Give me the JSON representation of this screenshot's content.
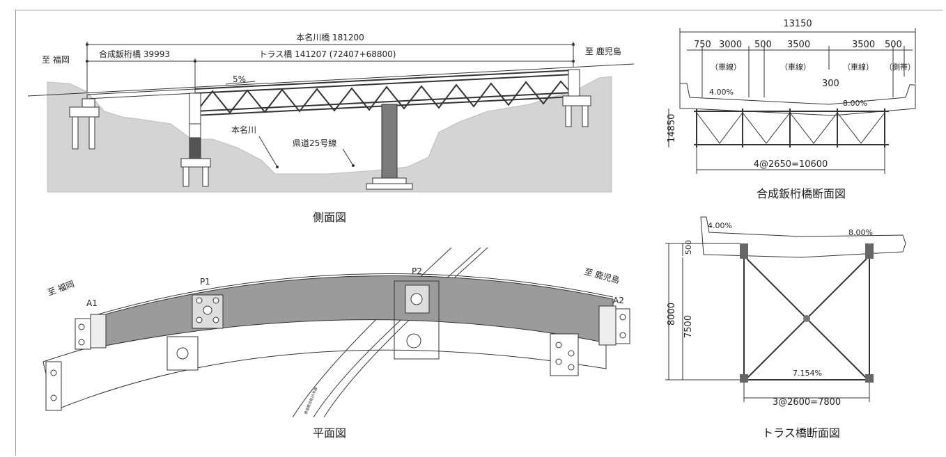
{
  "side_view": {
    "total": "本名川橋 181200",
    "to_fukuoka": "至 福岡",
    "to_kagoshima": "至 鹿児島",
    "girder": "合成鈑桁橋 39993",
    "truss": "トラス橋 141207 (72407+68800)",
    "grade": "5%",
    "river": "本名川",
    "road": "県道25号線",
    "caption": "側面図"
  },
  "plan_view": {
    "to_fukuoka": "至 福岡",
    "to_kagoshima": "至 鹿児島",
    "a1": "A1",
    "p1": "P1",
    "p2": "P2",
    "a2": "A2",
    "road_small": "県道鹿児島25号線",
    "caption": "平面図"
  },
  "girder_section": {
    "width": "13150",
    "d750": "750",
    "d3000": "3000",
    "d500a": "500",
    "d3500a": "3500",
    "d3500b": "3500",
    "d500b": "500",
    "lane1": "（車線）",
    "lane2": "（車線）",
    "lane3": "（車線）",
    "shoulder": "（側帯）",
    "d300": "300",
    "slope_left": "4.00%",
    "slope_right": "8.00%",
    "height": "14850",
    "span": "4@2650=10600",
    "caption": "合成鈑桁橋断面図"
  },
  "truss_section": {
    "slope_left": "4.00%",
    "slope_right": "8.00%",
    "d500": "500",
    "d8000": "8000",
    "d7500": "7500",
    "slope_bottom": "7.154%",
    "span": "3@2600=7800",
    "caption": "トラス橋断面図"
  }
}
